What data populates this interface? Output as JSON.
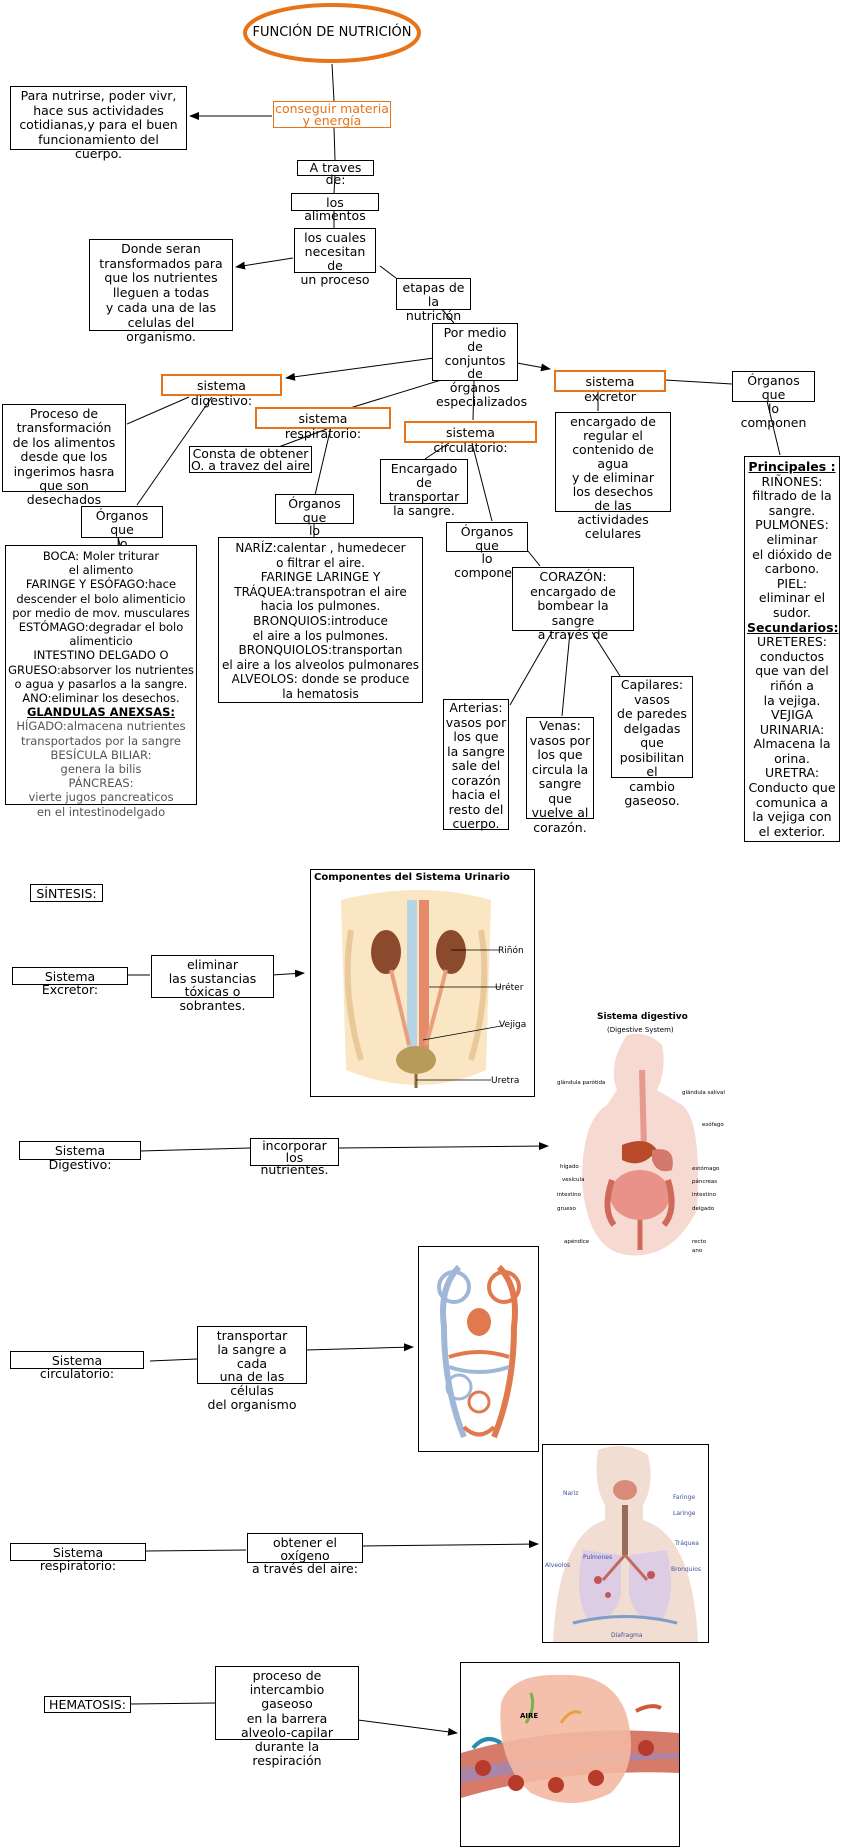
{
  "title": "FUNCIÓN DE NUTRICIÓN",
  "nodes": {
    "conseguir": "conseguir materia\ny energía",
    "para_nutrirse": "Para nutrirse, poder vivr,\nhace sus actividades\ncotidianas,y para el buen\nfuncionamiento del cuerpo.",
    "a_traves": "A traves de:",
    "alimentos": "los alimentos",
    "necesitan": "los cuales\nnecesitan de\nun proceso",
    "donde_seran": "Donde seran\ntransformados para\nque los nutrientes\nlleguen a todas\ny cada una de las\ncelulas del organismo.",
    "etapas": "etapas de\nla nutrición",
    "por_medio": "Por medio de\nconjuntos de\nórganos\nespecializados",
    "sis_digestivo": "sistema digestivo:",
    "sis_excretor": "sistema excretor",
    "sis_respiratorio": "sistema respiratorio:",
    "sis_circulatorio": "sistema circulatorio:",
    "organos_excretor": "Órganos que\nlo componen",
    "proceso_transformacion": "Proceso de\ntransformación\nde los alimentos\ndesde que los\ningerimos hasra\nque son desechados",
    "consta": "Consta de obtener\nO. a travez del aire",
    "encargado_transportar": "Encargado de\ntransportar\nla sangre.",
    "encargado_regular": "encargado de\nregular el\ncontenido de agua\ny de eliminar\nlos desechos\nde las actividades\ncelulares",
    "organos_digestivo": "Órganos que\nlo componen",
    "organos_respiratorio": "Órganos que\nlo componen",
    "organos_circulatorio": "Órganos que\nlo componen",
    "corazon": "CORAZÓN:\nencargado de\nbombear la sangre\na través de",
    "arterias": "Arterias:\nvasos por\nlos que\nla sangre\nsale del\ncorazón\nhacia el\nresto del\ncuerpo.",
    "venas": "Venas:\nvasos por\nlos que\ncircula la\nsangre que\nvuelve al\ncorazón.",
    "capilares": "Capilares:\nvasos\nde paredes\ndelgadas que\nposibilitan el\ncambio\ngaseoso."
  },
  "digestivo_list": [
    {
      "t": "BOCA: Moler triturar",
      "s": ""
    },
    {
      "t": "el alimento",
      "s": ""
    },
    {
      "t": "FARINGE Y ESÓFAGO:hace",
      "s": ""
    },
    {
      "t": "descender el bolo alimenticio",
      "s": ""
    },
    {
      "t": "por medio de mov. musculares",
      "s": ""
    },
    {
      "t": "ESTÓMAGO:degradar el bolo",
      "s": ""
    },
    {
      "t": "alimenticio",
      "s": ""
    },
    {
      "t": "INTESTINO DELGADO O",
      "s": ""
    },
    {
      "t": "GRUESO:absorver los nutrientes",
      "s": ""
    },
    {
      "t": "o agua y pasarlos a la sangre.",
      "s": ""
    },
    {
      "t": "ANO:eliminar los desechos.",
      "s": ""
    },
    {
      "t": "GLANDULAS ANEXSAS:",
      "s": "sub"
    },
    {
      "t": "HÍGADO:almacena nutrientes",
      "s": "g"
    },
    {
      "t": "transportados por la sangre",
      "s": "g"
    },
    {
      "t": "BESÍCULA BILIAR:",
      "s": "g"
    },
    {
      "t": "genera la bilis",
      "s": "g"
    },
    {
      "t": "PÁNCREAS:",
      "s": "g"
    },
    {
      "t": "vierte jugos pancreaticos",
      "s": "g"
    },
    {
      "t": "en el intestinodelgado",
      "s": "g"
    }
  ],
  "respiratorio_list": [
    "NARÍZ:calentar , humedecer",
    "o filtrar el aire.",
    "FARINGE LARINGE Y",
    "TRÁQUEA:transpotran el aire",
    "hacia los pulmones.",
    "BRONQUIOS:introduce",
    "el aire a los pulmones.",
    "BRONQUIOLOS:transportan",
    "el aire a los alveolos pulmonares",
    "ALVEOLOS: donde se produce",
    "la hematosis"
  ],
  "excretor_list": [
    {
      "t": "Principales :",
      "s": "sub"
    },
    {
      "t": "RIÑONES:",
      "s": ""
    },
    {
      "t": "filtrado de la",
      "s": ""
    },
    {
      "t": "sangre.",
      "s": ""
    },
    {
      "t": "PULMONES:",
      "s": ""
    },
    {
      "t": "eliminar",
      "s": ""
    },
    {
      "t": "el dióxido de",
      "s": ""
    },
    {
      "t": "carbono.",
      "s": ""
    },
    {
      "t": "PIEL:",
      "s": ""
    },
    {
      "t": "eliminar el",
      "s": ""
    },
    {
      "t": "sudor.",
      "s": ""
    },
    {
      "t": "Secundarios:",
      "s": "sub"
    },
    {
      "t": "URETERES:",
      "s": ""
    },
    {
      "t": "conductos",
      "s": ""
    },
    {
      "t": "que van del",
      "s": ""
    },
    {
      "t": "riñón a",
      "s": ""
    },
    {
      "t": "la vejiga.",
      "s": ""
    },
    {
      "t": "VEJIGA",
      "s": ""
    },
    {
      "t": "URINARIA:",
      "s": ""
    },
    {
      "t": "Almacena la",
      "s": ""
    },
    {
      "t": "orina.",
      "s": ""
    },
    {
      "t": "URETRA:",
      "s": ""
    },
    {
      "t": "Conducto que",
      "s": ""
    },
    {
      "t": "comunica a",
      "s": ""
    },
    {
      "t": "la vejiga con",
      "s": ""
    },
    {
      "t": "el exterior.",
      "s": ""
    }
  ],
  "sintesis": {
    "label": "SÍNTESIS:",
    "excretor": "Sistema Excretor:",
    "excretor_desc": "eliminar\nlas sustancias\ntóxicas o sobrantes.",
    "digestivo": "Sistema Digestivo:",
    "digestivo_desc": "incorporar\nlos nutrientes.",
    "circulatorio": "Sistema circulatorio:",
    "circulatorio_desc": "transportar\nla sangre a cada\nuna de las células\ndel organismo",
    "respiratorio": "Sistema respiratorio:",
    "respiratorio_desc": "obtener el oxígeno\na través del aire:",
    "hematosis": "HEMATOSIS:",
    "hematosis_desc": "proceso de intercambio\ngaseoso\nen la barrera\nalveolo-capilar\ndurante la respiración"
  },
  "images": {
    "urinario": {
      "title": "Componentes del Sistema Urinario",
      "labels": [
        "Riñón",
        "Uréter",
        "Vejiga",
        "Uretra"
      ]
    },
    "digestivo": {
      "title": "Sistema digestivo",
      "subtitle": "(Digestive System)",
      "labels": [
        "glándula parótida",
        "glándula salival",
        "esófago",
        "hígado",
        "vesícula",
        "estómago",
        "páncreas",
        "intestino grueso",
        "intestino delgado",
        "apéndice",
        "recto",
        "ano"
      ]
    },
    "respiratorio": {
      "labels": [
        "Nariz",
        "Faringe",
        "Laringe",
        "Tráquea",
        "Pulmones",
        "Alveolos",
        "Bronquios",
        "Diafragma"
      ]
    },
    "hematosis": {
      "labels": [
        "AIRE"
      ]
    }
  },
  "colors": {
    "accent": "#e8741a",
    "line": "#000000"
  }
}
